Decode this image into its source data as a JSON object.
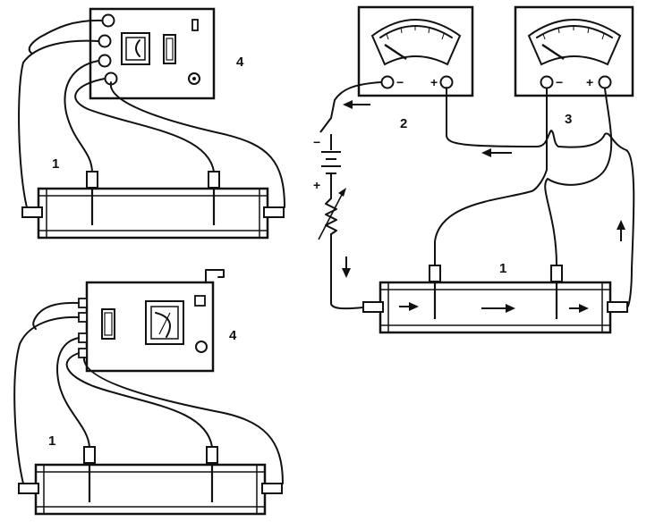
{
  "labels": {
    "specimen_top_left": "1",
    "device_top_left": "4",
    "specimen_bottom_left": "1",
    "device_bottom_left": "4",
    "ammeter": "2",
    "voltmeter": "3",
    "specimen_right": "1"
  },
  "symbols": {
    "ammeter_minus": "−",
    "ammeter_plus": "+",
    "voltmeter_minus": "−",
    "voltmeter_plus": "+",
    "battery_minus": "−",
    "battery_plus": "+"
  },
  "colors": {
    "ink": "#111111",
    "paper": "#ffffff"
  }
}
